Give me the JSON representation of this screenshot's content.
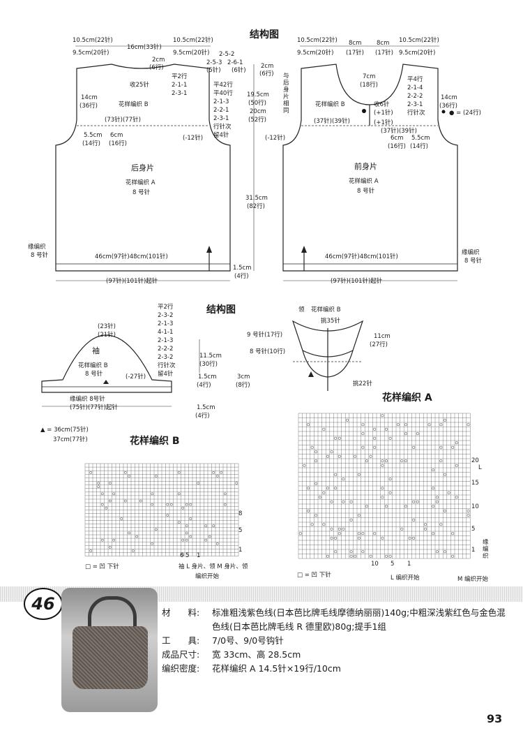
{
  "diagram": {
    "title_top": "结构图",
    "title_mid": "结构图",
    "back": {
      "name": "后身片",
      "pattern": "花样编织 A",
      "needle": "8 号针",
      "top_left_w": "10.5cm(22针)",
      "top_left_w2": "9.5cm(20针)",
      "neck_w": "16cm(33针)",
      "top_right_w": "10.5cm(22针)",
      "top_right_w2": "9.5cm(20针)",
      "neck_h": "2cm",
      "neck_rows": "(6行)",
      "neck_dec": "收25针",
      "rows_a": "平2行",
      "rows_b": "2-1-1",
      "rows_c": "2-3-1",
      "dec_right1": "2-5-2",
      "dec_right2": "2-6-1",
      "dec_right3": "2-5-3",
      "dec_right3b": "(5针)",
      "dec_right2b": "(6针)",
      "shoulder_h": "2cm",
      "shoulder_rows": "(6行)",
      "rows_42": "平42行",
      "rows_40": "平40行",
      "r_213": "2-1-3",
      "r_221": "2-2-1",
      "r_231": "2-3-1",
      "r_xcd": "行针次",
      "r_l4": "留4针",
      "armhole_h": "19.5cm",
      "armhole_r": "(50行)",
      "armhole_h2": "20cm",
      "armhole_r2": "(52行)",
      "side_h": "14cm",
      "side_rows": "(36行)",
      "pattern_b": "花样编织 B",
      "mid_st": "(73针)(77针)",
      "arm_w": "5.5cm",
      "arm_w2": "6cm",
      "arm_r": "(14行)",
      "arm_r2": "(16行)",
      "arm_dec": "(-12针)",
      "body_h": "31.5cm",
      "body_r": "(82行)",
      "hem_w": "46cm(97针)48cm(101针)",
      "hem_h": "1.5cm",
      "hem_r": "(4行)",
      "cast_on": "(97针)(101针)起针",
      "rib": "缘编织",
      "rib_needle": "8 号针"
    },
    "front": {
      "name": "前身片",
      "pattern": "花样编织 A",
      "needle": "8 号针",
      "top_left_w": "10.5cm(22针)",
      "top_left_w2": "9.5cm(20针)",
      "neck_l": "8cm",
      "neck_l2": "(17针)",
      "neck_r": "8cm",
      "neck_r2": "(17针)",
      "top_right_w": "10.5cm(22针)",
      "top_right_w2": "9.5cm(20针)",
      "same_as_back": "与后身片相同",
      "neck_h": "7cm",
      "neck_rows": "(18行)",
      "dec6": "收6针",
      "plus1": "(+1针)",
      "plus1b": "(+1针)",
      "rows_a": "平4行",
      "r1": "2-1-4",
      "r2": "2-2-2",
      "r3": "2-3-1",
      "r4": "行针次",
      "side_h": "14cm",
      "side_rows": "(36行)",
      "dot_note": "● = (24行)",
      "pattern_b": "花样编织 B",
      "mid_st": "(37针)(39针)",
      "mid_st2": "(37针)(39针)",
      "arm_dec": "(-12针)",
      "arm_w": "6cm",
      "arm_w2": "5.5cm",
      "arm_r": "(16行)",
      "arm_r2": "(14行)",
      "hem_w": "46cm(97针)48cm(101针)",
      "cast_on": "(97针)(101针)起针",
      "rib": "缘编织",
      "rib_needle": "8 号针"
    },
    "sleeve": {
      "name": "袖",
      "pattern": "花样编织 B",
      "needle": "8 号针",
      "top_st": "(23针)",
      "top_st2": "(21针)",
      "rows": [
        "平2行",
        "2-3-2",
        "2-1-3",
        "4-1-1",
        "2-1-3",
        "2-2-2",
        "2-3-2",
        "行针次",
        "留4针"
      ],
      "dec": "(-27针)",
      "rib": "缘编织 8号针",
      "cast_on": "(75针)(77针)起针",
      "cap_h": "11.5cm",
      "cap_r": "(30行)",
      "h1": "1.5cm",
      "r1": "(4行)",
      "h2": "3cm",
      "r2": "(8行)",
      "h3": "1.5cm",
      "r3": "(4行)",
      "triangle_note": "▲ = 36cm(75针)",
      "triangle_note2": "37cm(77针)"
    },
    "collar": {
      "name": "领",
      "pattern": "花样编织 B",
      "pick_top": "挑35针",
      "needle9": "9 号针(17行)",
      "needle8": "8 号针(10行)",
      "h": "11cm",
      "r": "(27行)",
      "pick_bottom": "挑22针"
    },
    "chart_a": {
      "title": "花样编织 A",
      "row_labels": [
        "20",
        "15",
        "10",
        "5",
        "1"
      ],
      "col_labels": [
        "10",
        "5",
        "1"
      ],
      "border": "缘编织",
      "start_l": "L 编织开始",
      "start_m": "M 编织开始",
      "legend": "□ = 凹 下针",
      "side_l": "L"
    },
    "chart_b": {
      "title": "花样编织 B",
      "row_labels": [
        "8",
        "5",
        "1"
      ],
      "col_labels": [
        "6",
        "5",
        "1"
      ],
      "legend": "□ = 凹 下针",
      "start": "袖  L 身片、领  M 身片、领",
      "start2": "编织开始"
    }
  },
  "project": {
    "number": "46",
    "materials_k": "材　　料:",
    "materials": "标准粗浅紫色线(日本芭比牌毛线摩德纳丽丽)140g;中粗深浅紫红色与金色混色线(日本芭比牌毛线 R 德里欧)80g;提手1组",
    "tools_k": "工　　具:",
    "tools": "7/0号、9/0号钩针",
    "size_k": "成品尺寸:",
    "size": "宽 33cm、高 28.5cm",
    "gauge_k": "编织密度:",
    "gauge": "花样编织 A  14.5针×19行/10cm"
  },
  "page_number": "93"
}
